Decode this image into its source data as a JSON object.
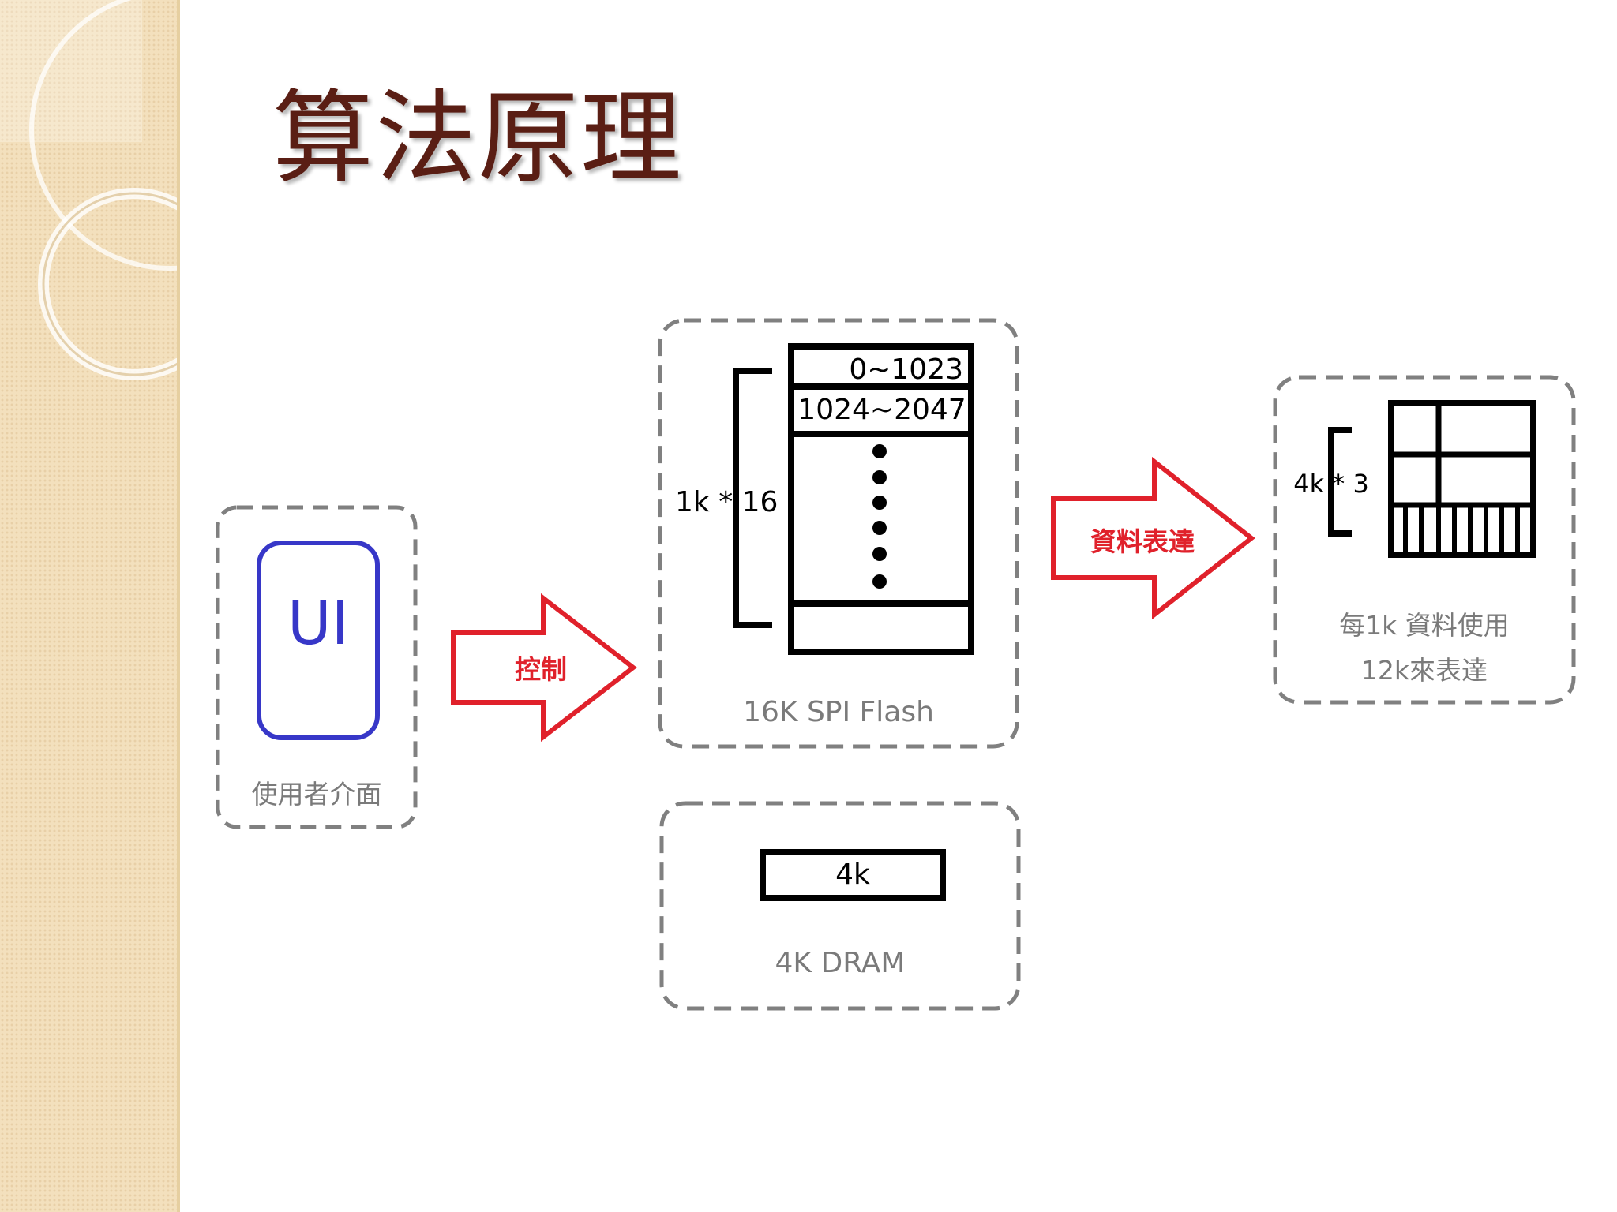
{
  "slide": {
    "title": "算法原理"
  },
  "diagram": {
    "ui_box": {
      "icon_text": "UI",
      "caption": "使用者介面"
    },
    "arrow_control": {
      "label": "控制"
    },
    "flash_box": {
      "rows": [
        "0~1023",
        "1024~2047"
      ],
      "bracket_label": "1k * 16",
      "caption": "16K SPI Flash"
    },
    "dram_box": {
      "cell_label": "4k",
      "caption": "4K DRAM"
    },
    "arrow_represent": {
      "label": "資料表達"
    },
    "result_box": {
      "bracket_label": "4k * 3",
      "caption_line1": "每1k 資料使用",
      "caption_line2": "12k來表達"
    }
  },
  "colors": {
    "title": "#5a1e14",
    "arrow": "#e0212b",
    "ui_border": "#3737c8",
    "dashed": "#808080"
  }
}
